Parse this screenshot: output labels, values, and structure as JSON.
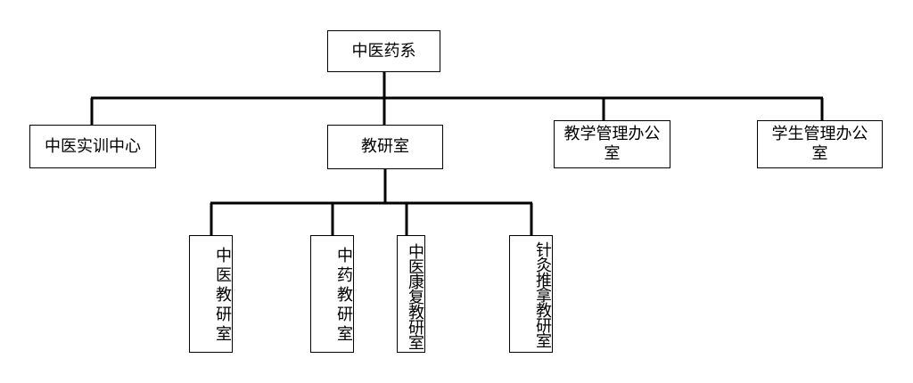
{
  "root": {
    "label": "中医药系"
  },
  "level2": [
    {
      "label": "中医实训中心"
    },
    {
      "label": "教研室"
    },
    {
      "label": "教学管理办公室"
    },
    {
      "label": "学生管理办公室"
    }
  ],
  "level3": [
    {
      "label": "中医教研室"
    },
    {
      "label": "中药教研室"
    },
    {
      "label": "中医康复教研室"
    },
    {
      "label": "针灸推拿教研室"
    }
  ]
}
